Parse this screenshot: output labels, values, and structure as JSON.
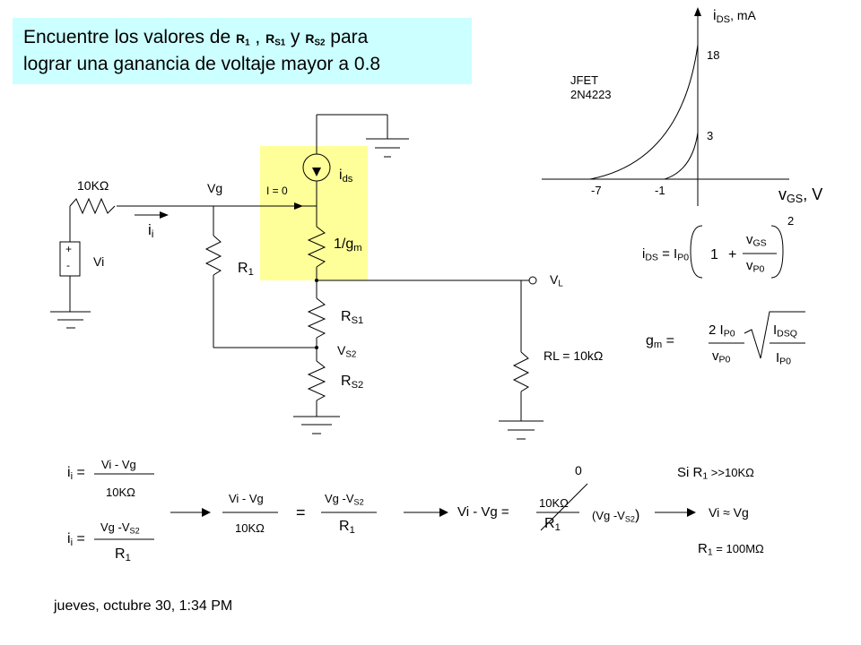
{
  "title": {
    "line1_a": "Encuentre los valores de ",
    "r1": "R",
    "r1_sub": "1",
    "sep": " , ",
    "rs1": "R",
    "rs1_sub": "S1",
    "and": " y ",
    "rs2": "R",
    "rs2_sub": "S2",
    "line1_b": " para",
    "line2": "lograr una ganancia de voltaje mayor a 0.8"
  },
  "circuit": {
    "source_res": "10KΩ",
    "vg": "Vg",
    "i_zero": "I = 0",
    "ids_i": "i",
    "ids_sub": "ds",
    "ii": "i",
    "ii_sub": "i",
    "gm_inv": "1/g",
    "gm_sub": "m",
    "r1": "R",
    "r1_sub": "1",
    "plus": "+",
    "minus": "-",
    "vi": "Vi",
    "rs1": "R",
    "rs1_sub": "S1",
    "vs2": "V",
    "vs2_sub": "S2",
    "rs2": "R",
    "rs2_sub": "S2",
    "vl": "V",
    "vl_sub": "L",
    "rl": "RL = 10kΩ"
  },
  "graph": {
    "yaxis": "i",
    "yaxis_sub": "DS",
    "yaxis_unit": ", mA",
    "xaxis": "v",
    "xaxis_sub": "GS",
    "xaxis_unit": ", V",
    "y18": "18",
    "y3": "3",
    "xm7": "-7",
    "xm1": "-1",
    "device1": "JFET",
    "device2": "2N4223"
  },
  "formulas": {
    "ids_lhs": "i",
    "ids_lhs_sub": "DS",
    "eq": " = I",
    "ip0_sub": "P0",
    "exp": "2",
    "one": "1",
    "plus": "+",
    "vgs": "v",
    "vgs_sub": "GS",
    "vp0": "v",
    "vp0_sub": "P0",
    "gm": "g",
    "gm_sub": "m",
    "gm_eq": " =",
    "two_ip0": "2 I",
    "two_ip0_sub": "P0",
    "vp0b": "v",
    "vp0b_sub": "P0",
    "idsq": "I",
    "idsq_sub": "DSQ",
    "ip0b": "I",
    "ip0b_sub": "P0"
  },
  "derivation": {
    "ii1": "i",
    "ii1_sub": "i",
    "eqs": " =",
    "num1": "Vi - Vg",
    "den1": "10KΩ",
    "ii2": "i",
    "ii2_sub": "i",
    "num2": "Vg -V",
    "num2_sub": "S2",
    "den2": "R",
    "den2_sub": "1",
    "mid_num1": "Vi - Vg",
    "mid_den1": "10KΩ",
    "mid_eq": "=",
    "mid_num2": "Vg -V",
    "mid_num2_sub": "S2",
    "mid_den2": "R",
    "mid_den2_sub": "1",
    "zero": "0",
    "r_lhs": "Vi - Vg  =",
    "r_num": "10KΩ",
    "r_den": "R",
    "r_den_sub": "1",
    "r_paren": "(Vg -V",
    "r_paren_sub": "S2",
    "r_paren_end": ")",
    "cond": "Si R",
    "cond_sub": "1",
    "cond_tail": " >>10KΩ",
    "approx": "Vi ≈ Vg",
    "result": "R",
    "result_sub": "1",
    "result_tail": " = 100MΩ"
  },
  "footer": "jueves, octubre 30, 1:34 PM"
}
